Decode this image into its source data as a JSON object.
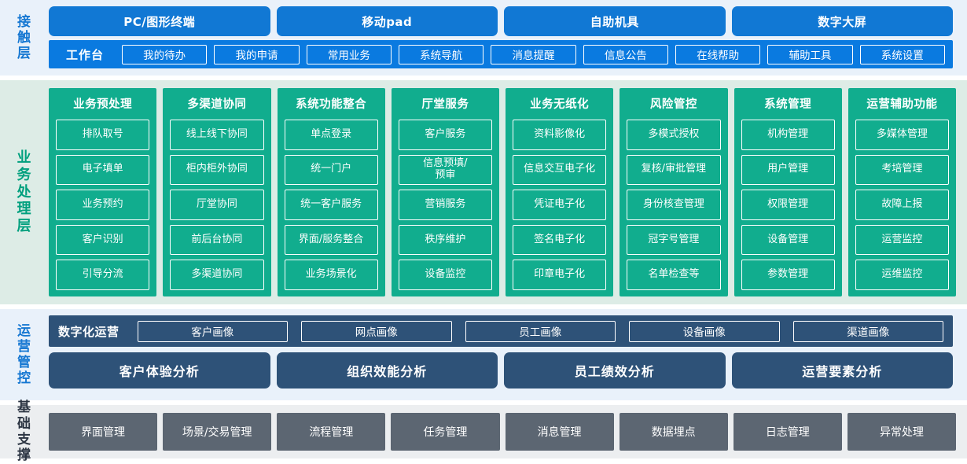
{
  "colors": {
    "contact_bg": "#e9f1fa",
    "contact_chip": "#1178d4",
    "contact_bar": "#0a7ae0",
    "business_bg": "#ddece6",
    "business_col": "#11ad8e",
    "ops_bg": "#e9f1fa",
    "ops_box": "#2e5278",
    "base_bg": "#eceef0",
    "base_chip": "#5c6672"
  },
  "layers": {
    "contact": {
      "label": "接触层",
      "terminals": [
        "PC/图形终端",
        "移动pad",
        "自助机具",
        "数字大屏"
      ],
      "bar_title": "工作台",
      "bar_items": [
        "我的待办",
        "我的申请",
        "常用业务",
        "系统导航",
        "消息提醒",
        "信息公告",
        "在线帮助",
        "辅助工具",
        "系统设置"
      ]
    },
    "business": {
      "label": "业务处理层",
      "columns": [
        {
          "title": "业务预处理",
          "items": [
            "排队取号",
            "电子填单",
            "业务预约",
            "客户识别",
            "引导分流"
          ]
        },
        {
          "title": "多渠道协同",
          "items": [
            "线上线下协同",
            "柜内柜外协同",
            "厅堂协同",
            "前后台协同",
            "多渠道协同"
          ]
        },
        {
          "title": "系统功能整合",
          "items": [
            "单点登录",
            "统一门户",
            "统一客户服务",
            "界面/服务整合",
            "业务场景化"
          ]
        },
        {
          "title": "厅堂服务",
          "items": [
            "客户服务",
            "信息预填/\n预审",
            "营销服务",
            "秩序维护",
            "设备监控"
          ]
        },
        {
          "title": "业务无纸化",
          "items": [
            "资料影像化",
            "信息交互电子化",
            "凭证电子化",
            "签名电子化",
            "印章电子化"
          ]
        },
        {
          "title": "风险管控",
          "items": [
            "多模式授权",
            "复核/审批管理",
            "身份核查管理",
            "冠字号管理",
            "名单检查等"
          ]
        },
        {
          "title": "系统管理",
          "items": [
            "机构管理",
            "用户管理",
            "权限管理",
            "设备管理",
            "参数管理"
          ]
        },
        {
          "title": "运营辅助功能",
          "items": [
            "多媒体管理",
            "考培管理",
            "故障上报",
            "运营监控",
            "运维监控"
          ]
        }
      ]
    },
    "ops": {
      "label": "运营管控",
      "row1_title": "数字化运营",
      "row1_items": [
        "客户画像",
        "网点画像",
        "员工画像",
        "设备画像",
        "渠道画像"
      ],
      "row2_items": [
        "客户体验分析",
        "组织效能分析",
        "员工绩效分析",
        "运营要素分析"
      ]
    },
    "base": {
      "label": "基础\n支撑",
      "items": [
        "界面管理",
        "场景/交易管理",
        "流程管理",
        "任务管理",
        "消息管理",
        "数据埋点",
        "日志管理",
        "异常处理"
      ]
    }
  }
}
